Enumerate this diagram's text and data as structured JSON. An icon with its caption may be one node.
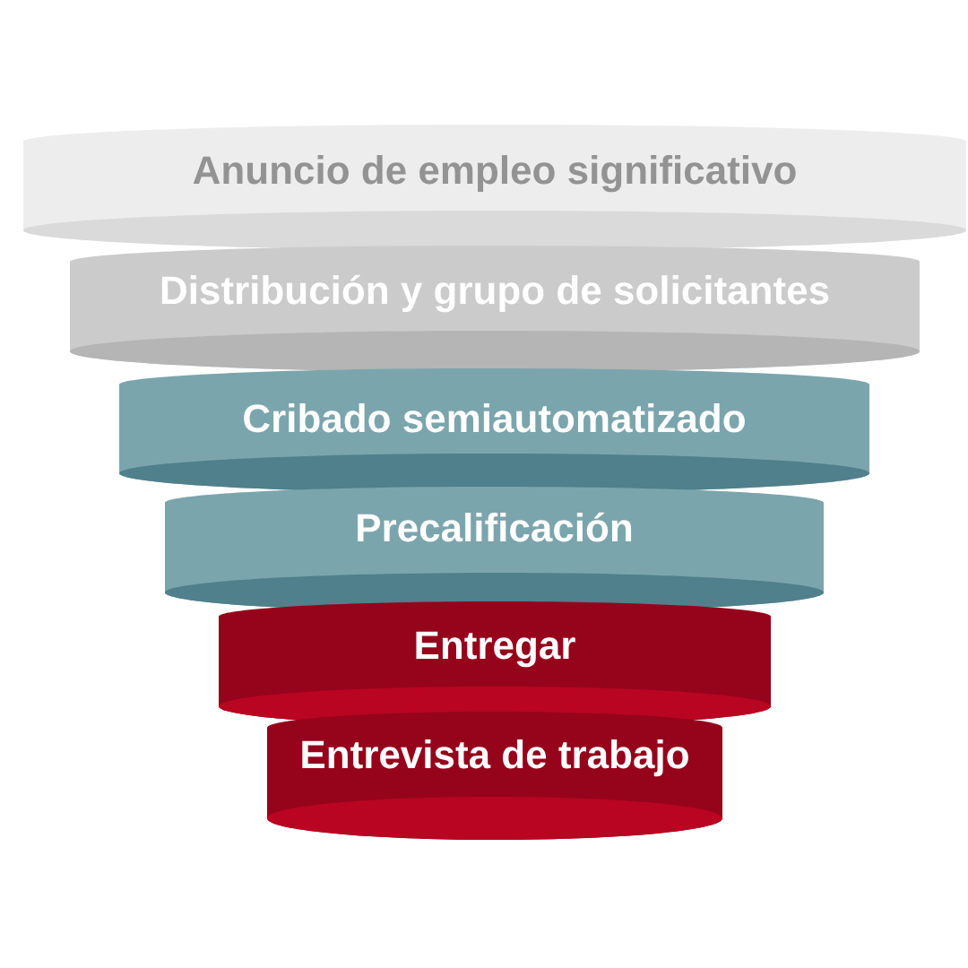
{
  "diagram": {
    "nodes": [
      {
        "text": [
          "Anuncio de empleo significativo"
        ]
      },
      {
        "text": [
          "Distribución y grupo de solicitantes"
        ]
      },
      {
        "text": [
          "Cribado semiautomatizado"
        ]
      },
      {
        "text": [
          "Precalificación"
        ]
      },
      {
        "text": [
          "Entregar"
        ]
      },
      {
        "text": [
          "Entrevista de trabajo"
        ]
      }
    ]
  }
}
